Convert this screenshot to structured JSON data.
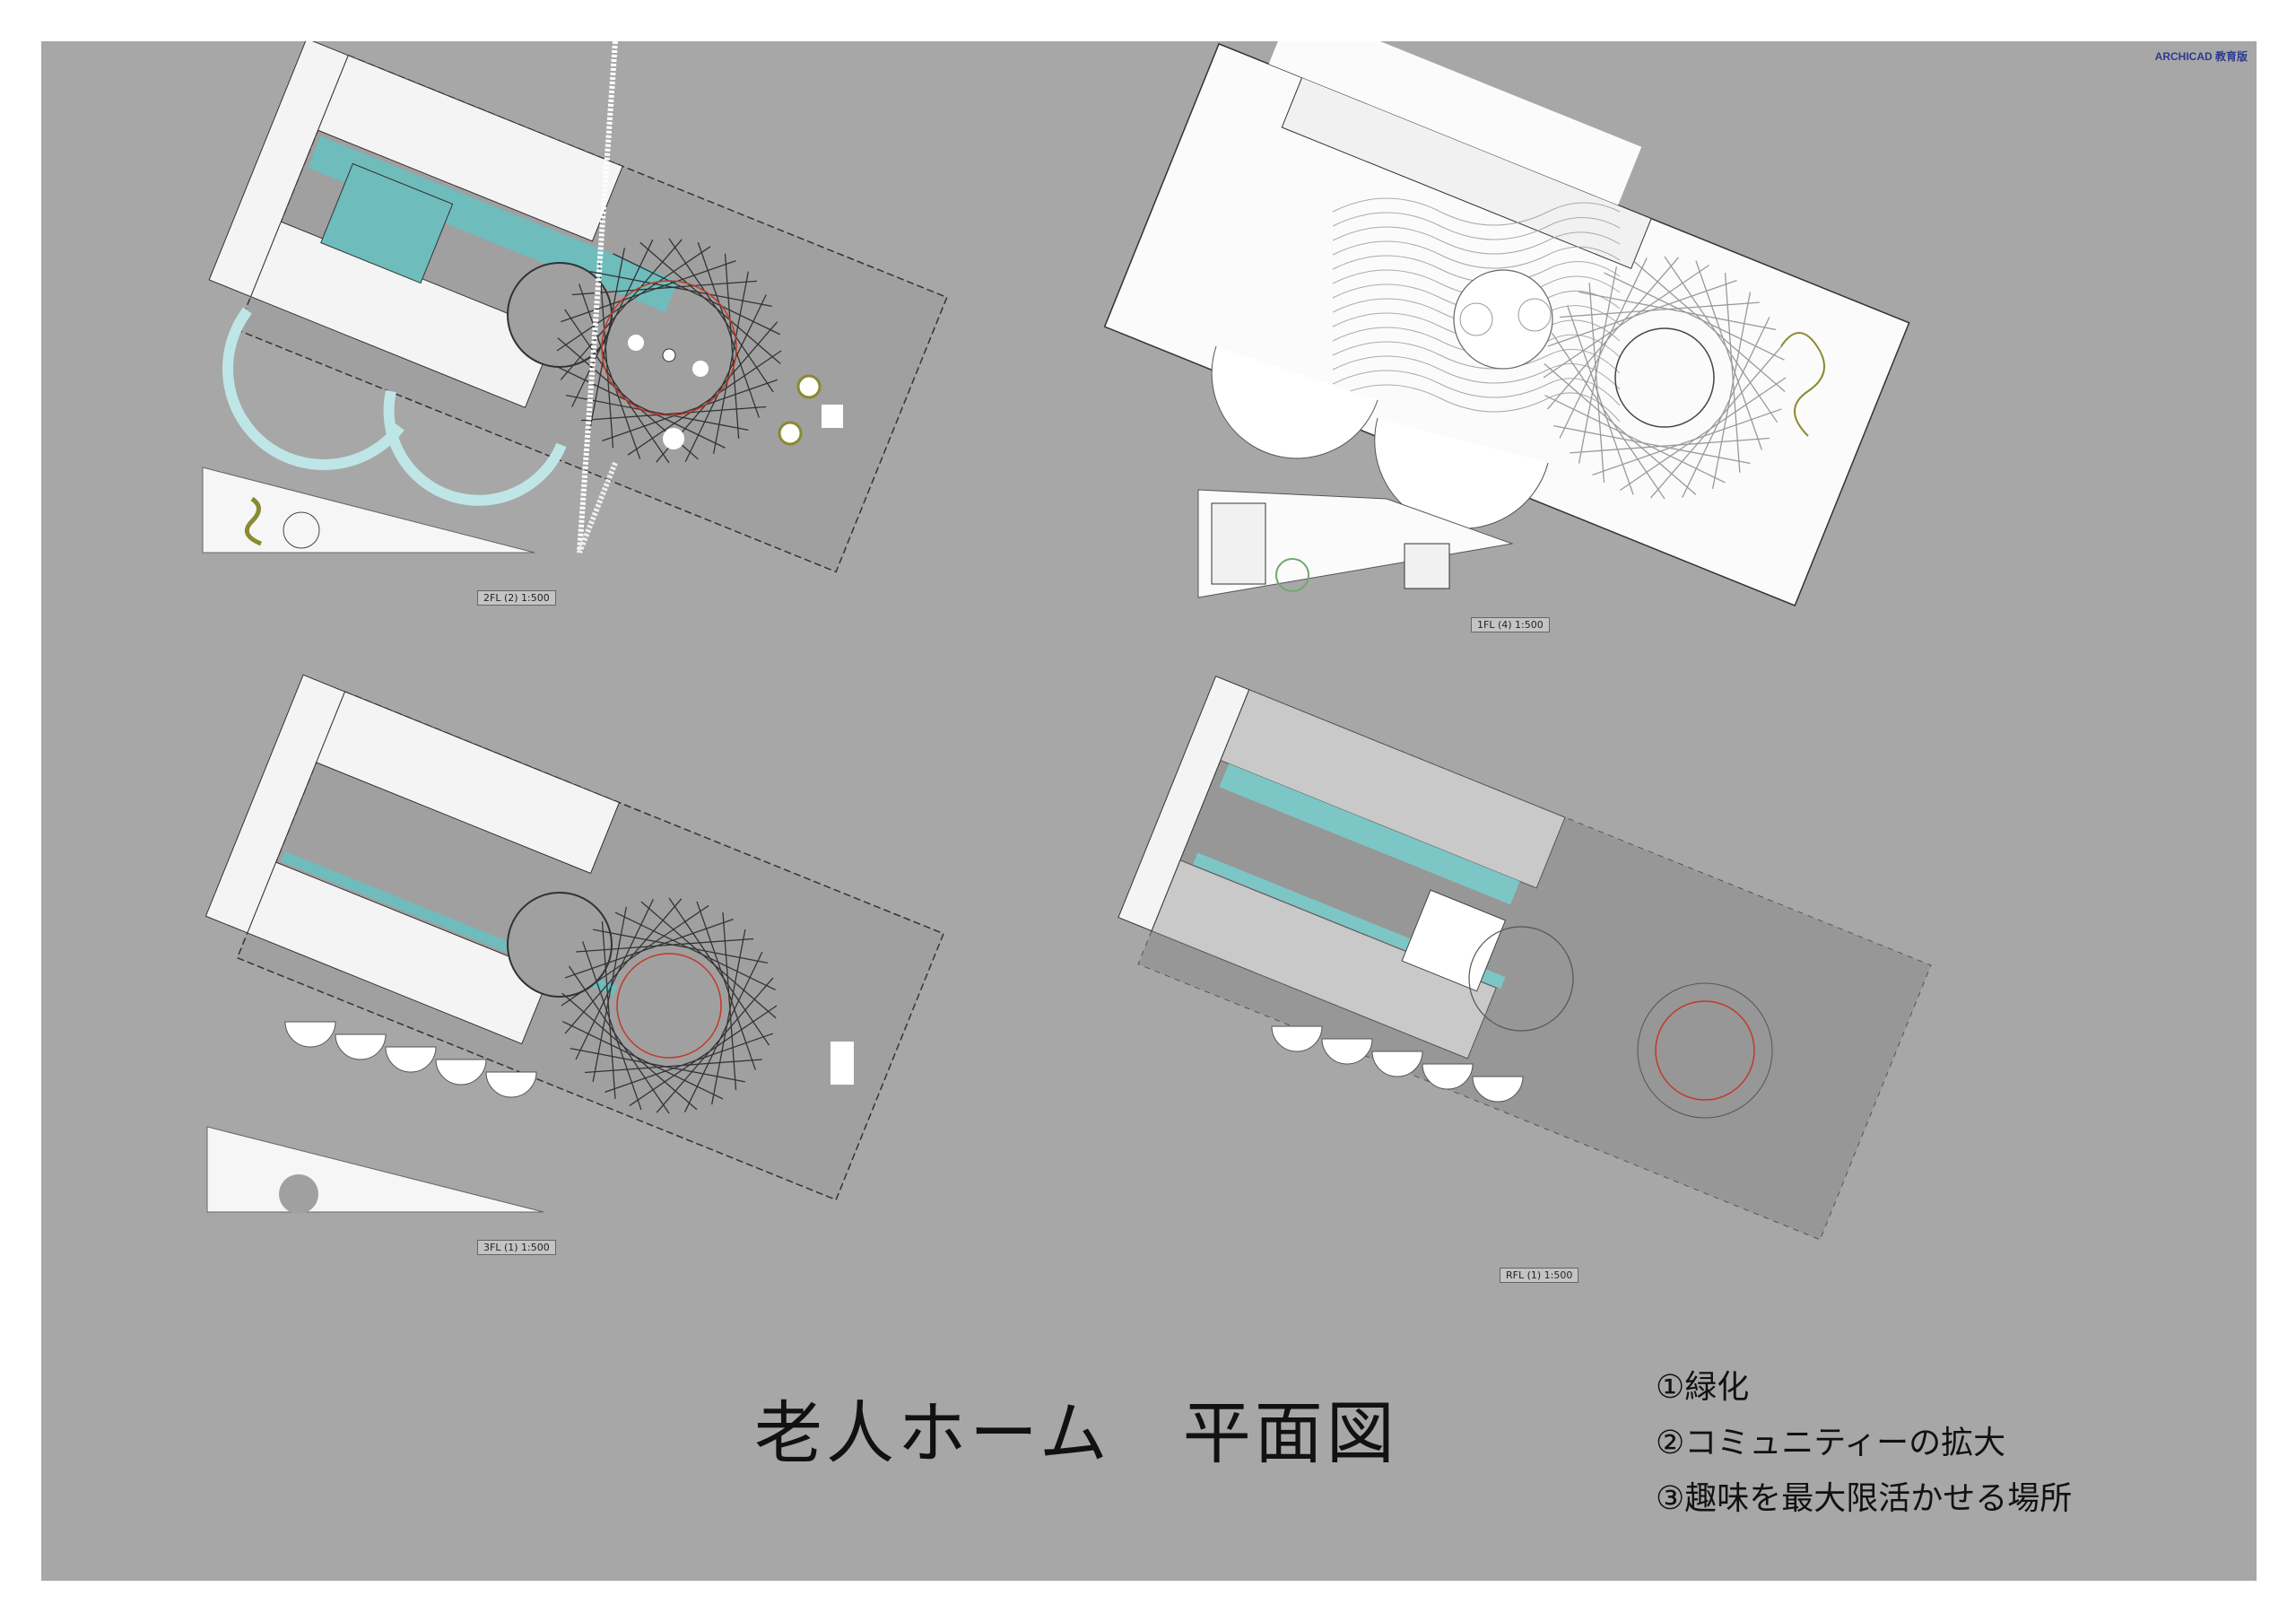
{
  "sheet": {
    "watermark": "ARCHICAD 教育版",
    "background": "#a7a7a7",
    "accent_teal": "#6fbcbc",
    "accent_red": "#c0392b"
  },
  "plans": [
    {
      "id": "plan-2fl",
      "label": "2FL (2)  1:500"
    },
    {
      "id": "plan-1fl",
      "label": "1FL (4)  1:500"
    },
    {
      "id": "plan-3fl",
      "label": "3FL (1)  1:500"
    },
    {
      "id": "plan-rfl",
      "label": "RFL (1)  1:500"
    }
  ],
  "title": "老人ホーム　平面図",
  "notes": [
    "①緑化",
    "②コミュニティーの拡大",
    "③趣味を最大限活かせる場所"
  ]
}
